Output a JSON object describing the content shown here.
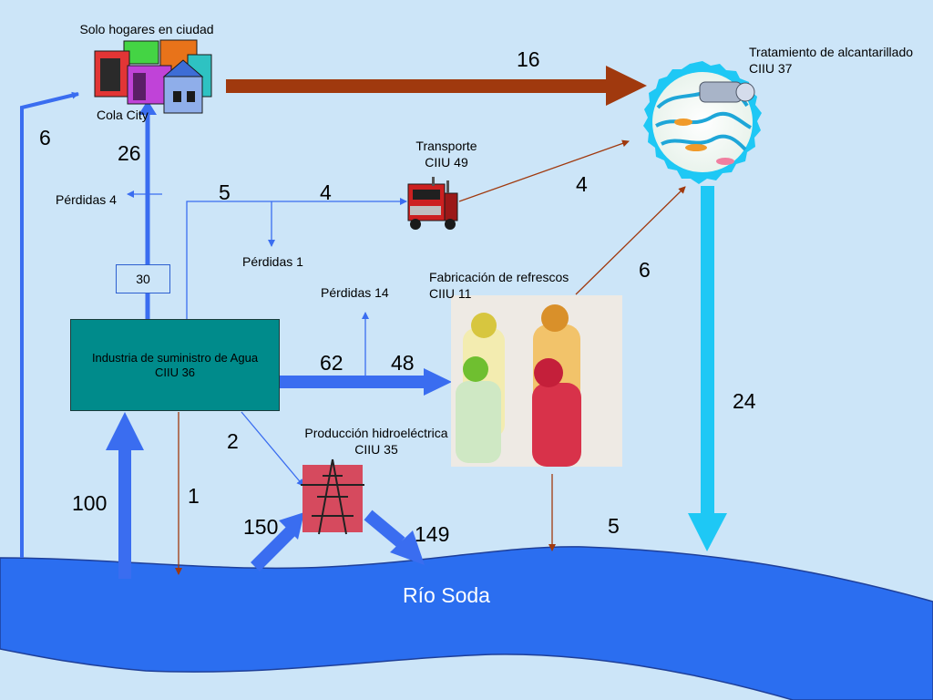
{
  "nodes": {
    "city": {
      "label": "Solo hogares en ciudad",
      "sublabel": "Cola City"
    },
    "treatment": {
      "line1": "Tratamiento de alcantarillado",
      "line2": "CIIU 37"
    },
    "transport": {
      "line1": "Transporte",
      "line2": "CIIU 49"
    },
    "soda": {
      "line1": "Fabricación de refrescos",
      "line2": "CIIU 11"
    },
    "water": {
      "line1": "Industria de suministro de Agua",
      "line2": "CIIU 36"
    },
    "hydro": {
      "line1": "Producción hidroeléctrica",
      "line2": "CIIU 35"
    },
    "river": {
      "label": "Río Soda"
    },
    "box30": {
      "label": "30"
    }
  },
  "losses": {
    "city": "Pérdidas 4",
    "transport": "Pérdidas 1",
    "soda": "Pérdidas 14"
  },
  "flows": {
    "city_to_treatment": "16",
    "river_to_city": "6",
    "water_to_city": "26",
    "water_branch": "5",
    "to_transport": "4",
    "transport_to_treatment": "4",
    "soda_to_treatment": "6",
    "water_out": "62",
    "to_soda": "48",
    "treatment_to_river": "24",
    "water_to_hydro": "2",
    "water_to_river": "1",
    "river_to_water": "100",
    "river_to_hydro": "150",
    "hydro_to_river": "149",
    "soda_to_river": "5"
  },
  "colors": {
    "background": "#cce5f8",
    "river": "#2b6ef0",
    "flow_blue": "#3a6df0",
    "flow_cyan": "#1ec8f5",
    "flow_brown": "#a0390e",
    "water_box": "#008b8b"
  }
}
